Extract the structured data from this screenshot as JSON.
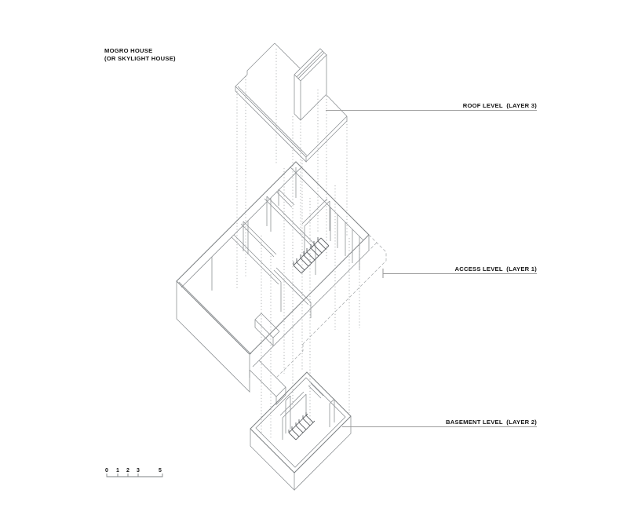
{
  "title": {
    "line1": "MOGRO HOUSE",
    "line2": "(OR SKYLIGHT HOUSE)"
  },
  "labels": {
    "roof": "ROOF LEVEL  (LAYER 3)",
    "access": "ACCESS LEVEL  (LAYER 1)",
    "basement": "BASEMENT LEVEL  (LAYER 2)"
  },
  "scale_bar": {
    "numbers": [
      "0",
      "1",
      "2",
      "3",
      "5"
    ]
  },
  "colors": {
    "background": "#ffffff",
    "drawing_line": "#8f9396",
    "dark_line": "#7c8083",
    "dotted_projection": "#a6a9ab",
    "dashed_hidden": "#aeb1b3",
    "stair_line": "#63676a",
    "leader_line": "#9e9e9e",
    "text": "#141414"
  }
}
